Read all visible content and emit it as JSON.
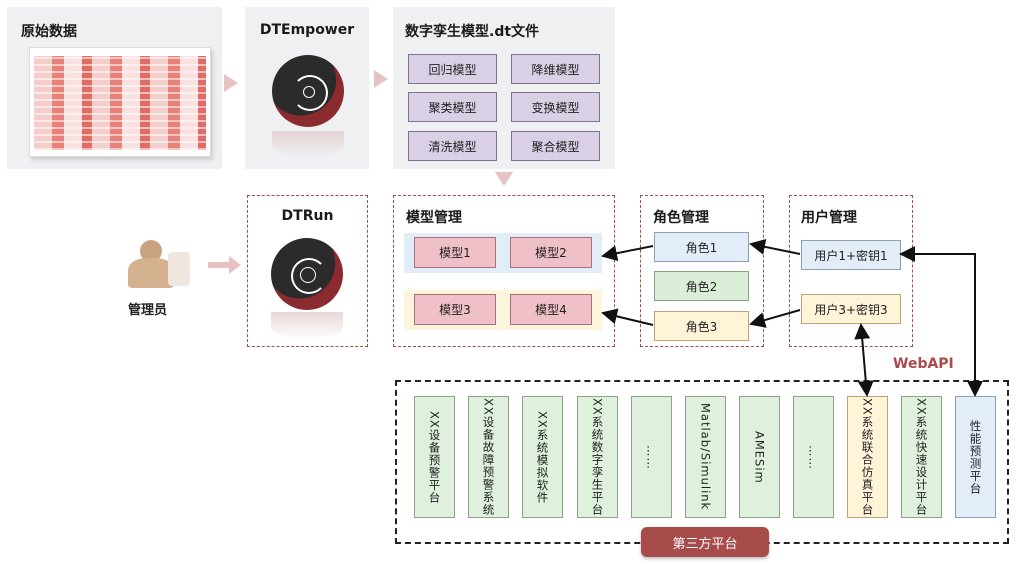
{
  "raw_data": {
    "title": "原始数据"
  },
  "dtempower": {
    "title": "DTEmpower"
  },
  "dt_files": {
    "title": "数字孪生模型.dt文件",
    "models": [
      "回归模型",
      "降维模型",
      "聚类模型",
      "变换模型",
      "清洗模型",
      "聚合模型"
    ]
  },
  "dtrun": {
    "title": "DTRun"
  },
  "admin": {
    "label": "管理员"
  },
  "model_mgmt": {
    "title": "模型管理",
    "group1": [
      "模型1",
      "模型2"
    ],
    "group2": [
      "模型3",
      "模型4"
    ]
  },
  "role_mgmt": {
    "title": "角色管理",
    "roles": [
      "角色1",
      "角色2",
      "角色3"
    ]
  },
  "user_mgmt": {
    "title": "用户管理",
    "users": [
      "用户1+密钥1",
      "用户3+密钥3"
    ]
  },
  "webapi": {
    "label": "WebAPI"
  },
  "third_party": {
    "label": "第三方平台",
    "platforms": [
      "XX设备预警平台",
      "XX设备故障预警系统",
      "XX系统模拟软件",
      "XX系统数字孪生平台",
      "……",
      "Matlab/Simulink",
      "AMESim",
      "……",
      "XX系统联合仿真平台",
      "XX系统快速设计平台",
      "性能预测平台"
    ]
  },
  "colors": {
    "accent": "#a84b4b",
    "brand_red": "#8b2a2f"
  }
}
